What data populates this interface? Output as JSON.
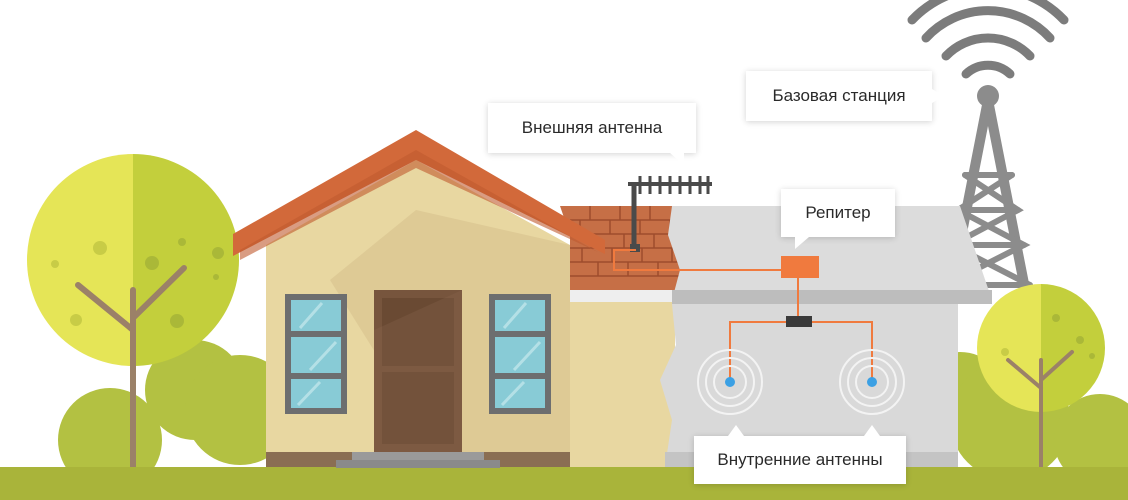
{
  "labels": {
    "external_antenna": "Внешняя антенна",
    "base_station": "Базовая станция",
    "repeater": "Репитер",
    "internal_antennas": "Внутренние антенны"
  },
  "colors": {
    "ground": "#a9b43a",
    "bush": "#b3c142",
    "tree_light": "#e5e557",
    "tree_dark": "#c3cf3c",
    "trunk": "#9b8168",
    "roof": "#d2693a",
    "shingles": "#c66f46",
    "house_wall": "#e8d7a1",
    "door": "#77553d",
    "window_frame": "#6d6e6f",
    "window_glass": "#88cbd6",
    "cutaway_wall": "#dadada",
    "tower": "#8c8c8c",
    "repeater": "#f07a3e",
    "cable": "#f07a3e",
    "antenna_dot": "#3ba0e4"
  }
}
